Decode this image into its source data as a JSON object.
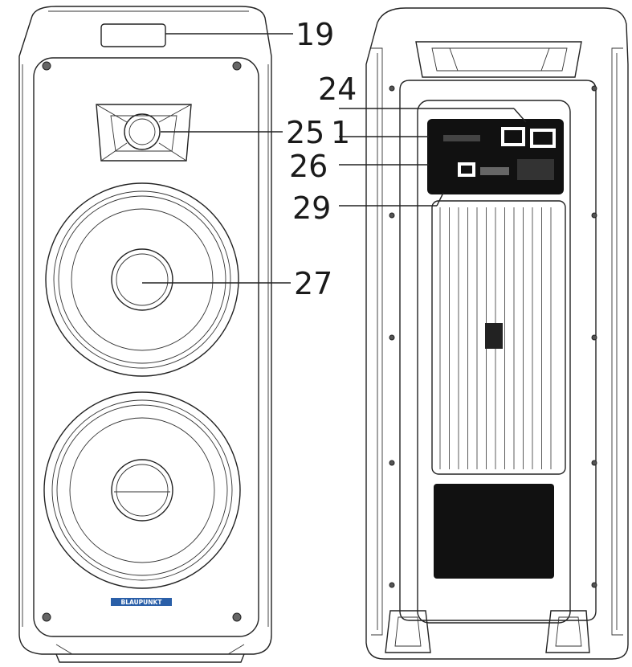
{
  "callouts": {
    "c19": "19",
    "c24": "24",
    "c1": "1",
    "c25": "25",
    "c26": "26",
    "c29": "29",
    "c27": "27"
  },
  "brand_logo": "BLAUPUNKT",
  "colors": {
    "line": "#222222",
    "panel": "#111111",
    "background": "#ffffff",
    "logo_bg": "#2a5fa8"
  }
}
